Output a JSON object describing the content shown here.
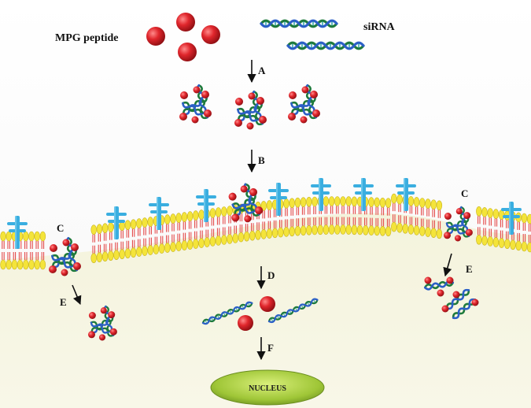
{
  "labels": {
    "mpg_peptide": "MPG peptide",
    "sirna": "siRNA",
    "nucleus": "NUCLEUS",
    "step_a": "A",
    "step_b": "B",
    "step_c_left": "C",
    "step_c_right": "C",
    "step_d": "D",
    "step_e_left": "E",
    "step_e_right": "E",
    "step_f": "F"
  },
  "colors": {
    "background_top": "#ffffff",
    "cytoplasm": "#f6f5e2",
    "peptide": "#d8232a",
    "sirna_strand_a": "#1e7a3c",
    "sirna_strand_b": "#2b5fc7",
    "lipid_head": "#f4e43a",
    "lipid_tail": "#e23b3b",
    "receptor": "#3aaee0",
    "nucleus": "#a7cc36"
  },
  "icons": {
    "peptide": "red-sphere-icon",
    "sirna": "double-helix-icon",
    "complex": "peptide-sirna-complex-icon",
    "receptor": "membrane-receptor-icon"
  }
}
